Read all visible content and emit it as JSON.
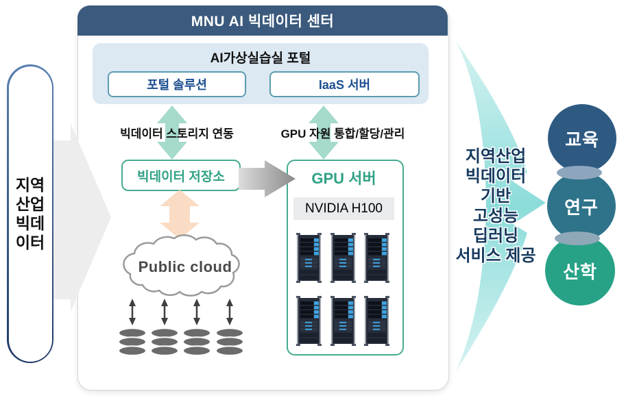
{
  "header": {
    "title": "MNU AI 빅데이터 센터"
  },
  "portal": {
    "title": "AI가상실습실 포털",
    "boxes": [
      {
        "label": "포털 솔루션"
      },
      {
        "label": "IaaS 서버"
      }
    ]
  },
  "links": {
    "storage_label": "빅데이터 스토리지 연동",
    "gpu_label": "GPU 자원 통합/할당/관리"
  },
  "storage_box": {
    "label": "빅데이터 저장소"
  },
  "gpu_box": {
    "title": "GPU 서버",
    "chip_label": "NVIDIA H100",
    "rack_count": 6
  },
  "cloud": {
    "label": "Public cloud",
    "database_count": 4
  },
  "input_panel": {
    "lines": [
      "지역",
      "산업",
      "빅데",
      "이터"
    ]
  },
  "output_arrow": {
    "lines": [
      "지역산업",
      "빅데이터",
      "기반",
      "고성능",
      "딥러닝",
      "서비스 제공"
    ]
  },
  "outcomes": [
    {
      "label": "교육",
      "color": "#2e5a82"
    },
    {
      "label": "연구",
      "color": "#2e7389"
    },
    {
      "label": "산학",
      "color": "#27a287"
    }
  ],
  "colors": {
    "header_bg": "#3b5a7d",
    "portal_bg": "#dce8f2",
    "portal_box_border": "#5b9bb0",
    "portal_box_text": "#1d4f91",
    "green_border": "#44ab90",
    "green_text": "#2fa184",
    "mint_arrow": "#a5dacc",
    "peach_arrow": "#fadcc4",
    "gray_chevron": "#ededed",
    "teal_arrow": "#8bdcda",
    "overlap_lens": "#8ea6bd",
    "cylinder": "#6b6b6b"
  }
}
